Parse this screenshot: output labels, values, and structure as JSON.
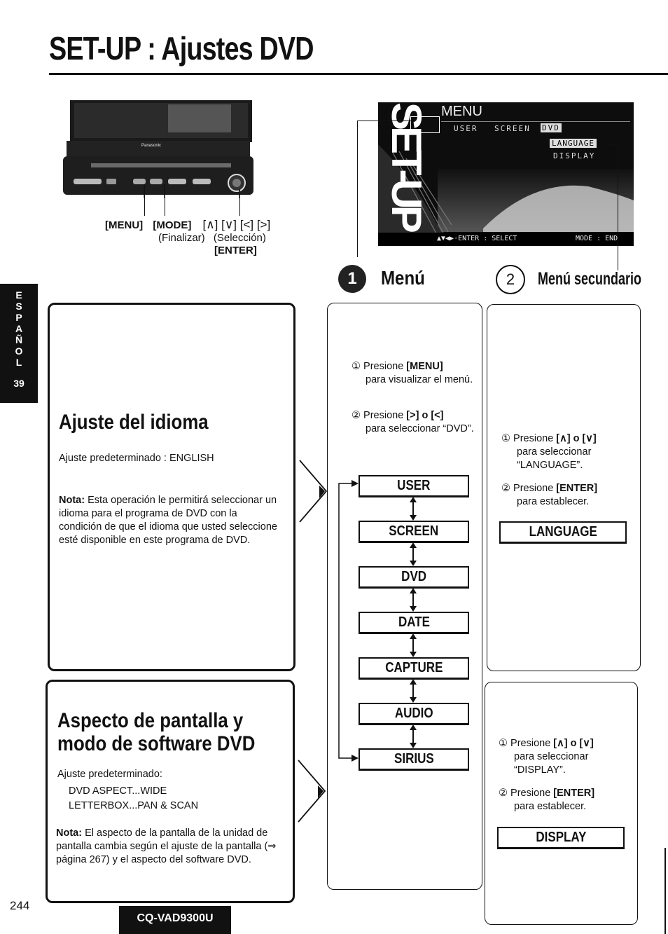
{
  "header": {
    "title": "SET-UP : Ajustes DVD"
  },
  "unit_labels": {
    "line1": "[MENU]  [MODE]  [∧] [∨] [<] [>]",
    "menu": "[MENU]",
    "mode": "[MODE]",
    "arrows": "[∧] [∨] [<] [>]",
    "finalizar": "(Finalizar)",
    "seleccion": "(Selección)",
    "enter": "[ENTER]",
    "brand": "Panasonic"
  },
  "screen": {
    "menu_label": "MENU",
    "tabs": [
      "USER",
      "SCREEN",
      "DVD"
    ],
    "sub_items": [
      "LANGUAGE",
      "DISPLAY"
    ],
    "footer_left": "▲▼◀▶·ENTER : SELECT",
    "footer_right": "MODE : END",
    "vertical_text": "SET-UP"
  },
  "sidebar": {
    "letters": [
      "E",
      "S",
      "P",
      "A",
      "Ñ",
      "O",
      "L"
    ],
    "page": "39"
  },
  "column_headers": {
    "menu": "Menú",
    "menu_num": "1",
    "sub": "Menú secundario",
    "sub_num": "2"
  },
  "section1": {
    "title": "Ajuste del idioma",
    "default": "Ajuste predeterminado : ENGLISH",
    "note_label": "Nota:",
    "note_text": " Esta operación le permitirá seleccionar un idioma para el programa de DVD con la condición de que el idioma que usted seleccione esté disponible en este programa de DVD."
  },
  "section2": {
    "title_line1": "Aspecto de pantalla y",
    "title_line2": "modo de software DVD",
    "default": "Ajuste predeterminado:",
    "default_1": "DVD ASPECT...WIDE",
    "default_2": "LETTERBOX...PAN & SCAN",
    "note_label": "Nota:",
    "note_text": " El aspecto de la pantalla de la unidad de pantalla cambia según el ajuste de la pantalla (⇒ página 267) y el aspecto del software DVD."
  },
  "menu_steps": {
    "s1_num": "①",
    "s1_pre": "Presione ",
    "s1_key": "[MENU]",
    "s1_rest": "para visualizar el menú.",
    "s2_num": "②",
    "s2_pre": "Presione ",
    "s2_key": "[>] o [<]",
    "s2_rest": "para seleccionar “DVD”."
  },
  "menu_items": [
    "USER",
    "SCREEN",
    "DVD",
    "DATE",
    "CAPTURE",
    "AUDIO",
    "SIRIUS"
  ],
  "sub1_steps": {
    "s1_num": "①",
    "s1_pre": "Presione ",
    "s1_key": "[∧] o [∨]",
    "s1_rest": "para seleccionar “LANGUAGE”.",
    "s2_num": "②",
    "s2_pre": "Presione ",
    "s2_key": "[ENTER]",
    "s2_rest": "para establecer.",
    "result": "LANGUAGE"
  },
  "sub2_steps": {
    "s1_num": "①",
    "s1_pre": "Presione ",
    "s1_key": "[∧] o [∨]",
    "s1_rest": "para seleccionar “DISPLAY”.",
    "s2_num": "②",
    "s2_pre": "Presione ",
    "s2_key": "[ENTER]",
    "s2_rest": "para establecer.",
    "result": "DISPLAY"
  },
  "footer": {
    "page_number": "244",
    "model": "CQ-VAD9300U"
  }
}
